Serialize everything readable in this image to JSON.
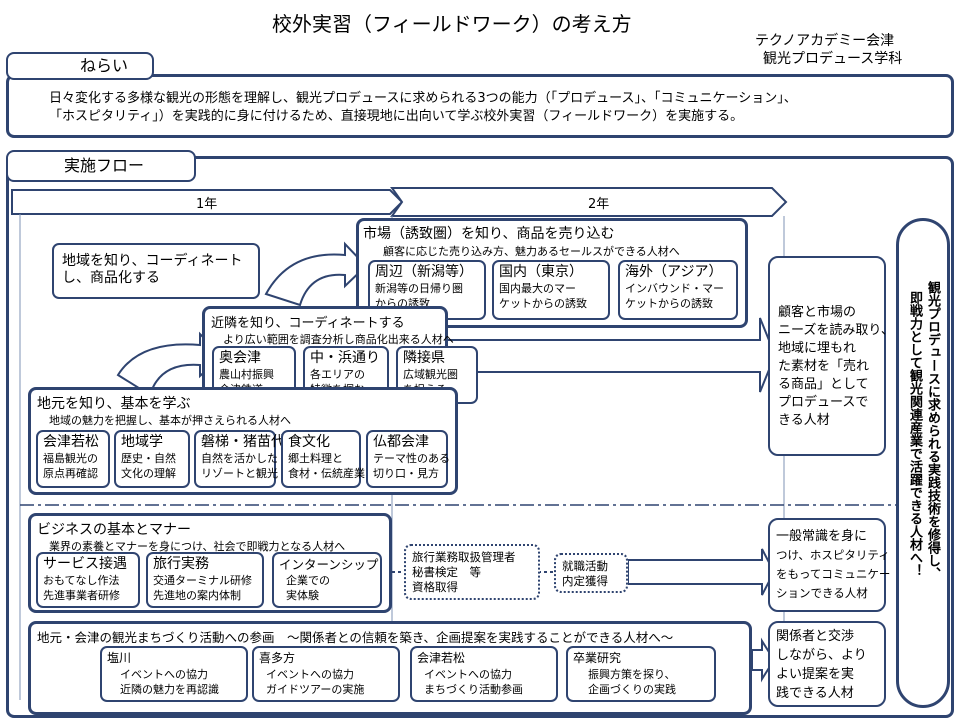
{
  "title": "校外実習（フィールドワーク）の考え方",
  "school": "テクノアカデミー会津",
  "department": "観光プロデュース学科",
  "aim": {
    "label": "ねらい",
    "lines": [
      "日々変化する多様な観光の形態を理解し、観光プロデュースに求められる3つの能力（「プロデュース」、「コミュニケーション」、",
      "「ホスピタリティ」）を実践的に身に付けるため、直接現地に出向いて学ぶ校外実習（フィールドワーク）を実施する。"
    ]
  },
  "flow": {
    "label": "実施フロー",
    "year1": "1年",
    "year2": "2年",
    "step_region": "地域を知り、コーディネートし、商品化する",
    "market": {
      "title": "市場（誘致圏）を知り、商品を売り込む",
      "sub": "顧客に応じた売り込み方、魅力あるセールスができる人材へ",
      "items": [
        {
          "name": "周辺（新潟等）",
          "lines": [
            "新潟等の日帰り圏",
            "からの誘致"
          ]
        },
        {
          "name": "国内（東京）",
          "lines": [
            "国内最大のマー",
            "ケットからの誘致"
          ]
        },
        {
          "name": "海外（アジア）",
          "lines": [
            "インバウンド・マー",
            "ケットからの誘致"
          ]
        }
      ]
    },
    "near": {
      "title": "近隣を知り、コーディネートする",
      "sub": "より広い範囲を調査分析し商品化出来る人材へ",
      "items": [
        {
          "name": "奥会津",
          "lines": [
            "農山村振興",
            "会津鉄道"
          ]
        },
        {
          "name": "中・浜通り",
          "lines": [
            "各エリアの",
            "特徴を掴む"
          ]
        },
        {
          "name": "隣接県",
          "lines": [
            "広域観光圏",
            "を捉える"
          ]
        }
      ]
    },
    "local": {
      "title": "地元を知り、基本を学ぶ",
      "sub": "地域の魅力を把握し、基本が押さえられる人材へ",
      "items": [
        {
          "name": "会津若松",
          "lines": [
            "福島観光の",
            "原点再確認"
          ]
        },
        {
          "name": "地域学",
          "lines": [
            "歴史・自然",
            "文化の理解"
          ]
        },
        {
          "name": "磐梯・猪苗代",
          "lines": [
            "自然を活かした",
            "リゾートと観光"
          ]
        },
        {
          "name": "食文化",
          "lines": [
            "郷土料理と",
            "食材・伝統産業"
          ]
        },
        {
          "name": "仏都会津",
          "lines": [
            "テーマ性のある",
            "切り口・見方"
          ]
        }
      ]
    },
    "result1": [
      "顧客と市場の",
      "ニーズを読み取り、",
      "地域に埋もれ",
      "た素材を「売れ",
      "る商品」として",
      "プロデュースで",
      "きる人材"
    ],
    "business": {
      "title": "ビジネスの基本とマナー",
      "sub": "業界の素養とマナーを身につけ、社会で即戦力となる人材へ",
      "items": [
        {
          "name": "サービス接遇",
          "lines": [
            "おもてなし作法",
            "先進事業者研修"
          ]
        },
        {
          "name": "旅行実務",
          "lines": [
            "交通ターミナル研修",
            "先進地の案内体制"
          ]
        },
        {
          "name": "インターンシップ",
          "lines": [
            "企業での",
            "実体験"
          ]
        }
      ]
    },
    "licenses": [
      "旅行業務取扱管理者",
      "秘書検定　等",
      "資格取得"
    ],
    "job": [
      "就職活動",
      "内定獲得"
    ],
    "result2": [
      "一般常識を身に",
      "つけ、ホスピタリティ",
      "をもってコミュニケー",
      "ションできる人材"
    ],
    "town": {
      "title": "地元・会津の観光まちづくり活動への参画　～関係者との信頼を築き、企画提案を実践することができる人材へ～",
      "items": [
        {
          "name": "塩川",
          "lines": [
            "イベントへの協力",
            "近隣の魅力を再認識"
          ]
        },
        {
          "name": "喜多方",
          "lines": [
            "イベントへの協力",
            "ガイドツアーの実施"
          ]
        },
        {
          "name": "会津若松",
          "lines": [
            "イベントへの協力",
            "まちづくり活動参画"
          ]
        },
        {
          "name": "卒業研究",
          "lines": [
            "振興方策を探り、",
            "企画づくりの実践"
          ]
        }
      ]
    },
    "result3": [
      "関係者と交渉",
      "しながら、より",
      "よい提案を実",
      "践できる人材"
    ],
    "goal": [
      "観光プロデュースに求められる実践技術を修得し、",
      "即戦力として観光関連産業で活躍できる人材へ！"
    ]
  }
}
